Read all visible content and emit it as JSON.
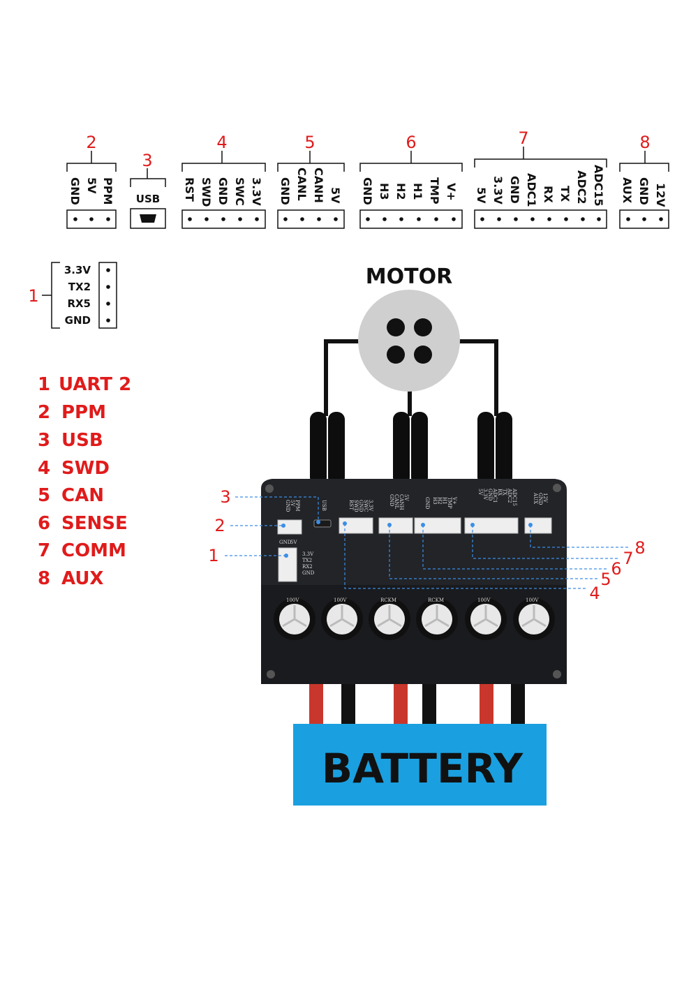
{
  "motor_label": "MOTOR",
  "battery_label": "BATTERY",
  "connectors_top": [
    {
      "num": "2",
      "pins": [
        "GND",
        "5V",
        "PPM"
      ]
    },
    {
      "num": "3",
      "pins": [
        "USB"
      ]
    },
    {
      "num": "4",
      "pins": [
        "RST",
        "SWD",
        "GND",
        "SWC",
        "3.3V"
      ]
    },
    {
      "num": "5",
      "pins": [
        "GND",
        "CANL",
        "CANH",
        "5V"
      ]
    },
    {
      "num": "6",
      "pins": [
        "GND",
        "H3",
        "H2",
        "H1",
        "TMP",
        "V+"
      ]
    },
    {
      "num": "7",
      "pins": [
        "5V",
        "3.3V",
        "GND",
        "ADC1",
        "RX",
        "TX",
        "ADC2",
        "ADC15"
      ]
    },
    {
      "num": "8",
      "pins": [
        "AUX",
        "GND",
        "12V"
      ]
    }
  ],
  "connector_uart": {
    "num": "1",
    "pins": [
      "3.3V",
      "TX2",
      "RX5",
      "GND"
    ]
  },
  "legend": [
    {
      "num": "1",
      "name": "UART 2"
    },
    {
      "num": "2",
      "name": "PPM"
    },
    {
      "num": "3",
      "name": "USB"
    },
    {
      "num": "4",
      "name": "SWD"
    },
    {
      "num": "5",
      "name": "CAN"
    },
    {
      "num": "6",
      "name": "SENSE"
    },
    {
      "num": "7",
      "name": "COMM"
    },
    {
      "num": "8",
      "name": "AUX"
    }
  ],
  "board_silk": {
    "usb": "USB",
    "ppm": [
      "PPM",
      "5V",
      "GND"
    ],
    "swd": [
      "3.3V",
      "SWC",
      "GND",
      "SWD",
      "RST"
    ],
    "can": [
      "5V",
      "CANH",
      "CANL",
      "GND"
    ],
    "sense": [
      "V+",
      "TMP",
      "H1",
      "H2",
      "H3",
      "GND"
    ],
    "comm": [
      "ADC15",
      "ADC2",
      "TX",
      "RX",
      "ADC1",
      "GND",
      "3.3V",
      "5V"
    ],
    "aux": [
      "12V",
      "GND",
      "AUX"
    ],
    "uart_side": [
      "GND",
      "5V"
    ],
    "uart": [
      "3.3V",
      "TX2",
      "RX2",
      "GND"
    ]
  },
  "callouts": {
    "c1": "1",
    "c2": "2",
    "c3": "3",
    "c4": "4",
    "c5": "5",
    "c6": "6",
    "c7": "7",
    "c8": "8"
  },
  "capacitor_marks": [
    "100V",
    "100V",
    "RCKM",
    "RCKM",
    "100V",
    "100V"
  ],
  "colors": {
    "accent_red": "#e01b1b",
    "battery_blue": "#1aa0e0",
    "motor_gray": "#cfcfcf",
    "board_dark": "#222428"
  }
}
